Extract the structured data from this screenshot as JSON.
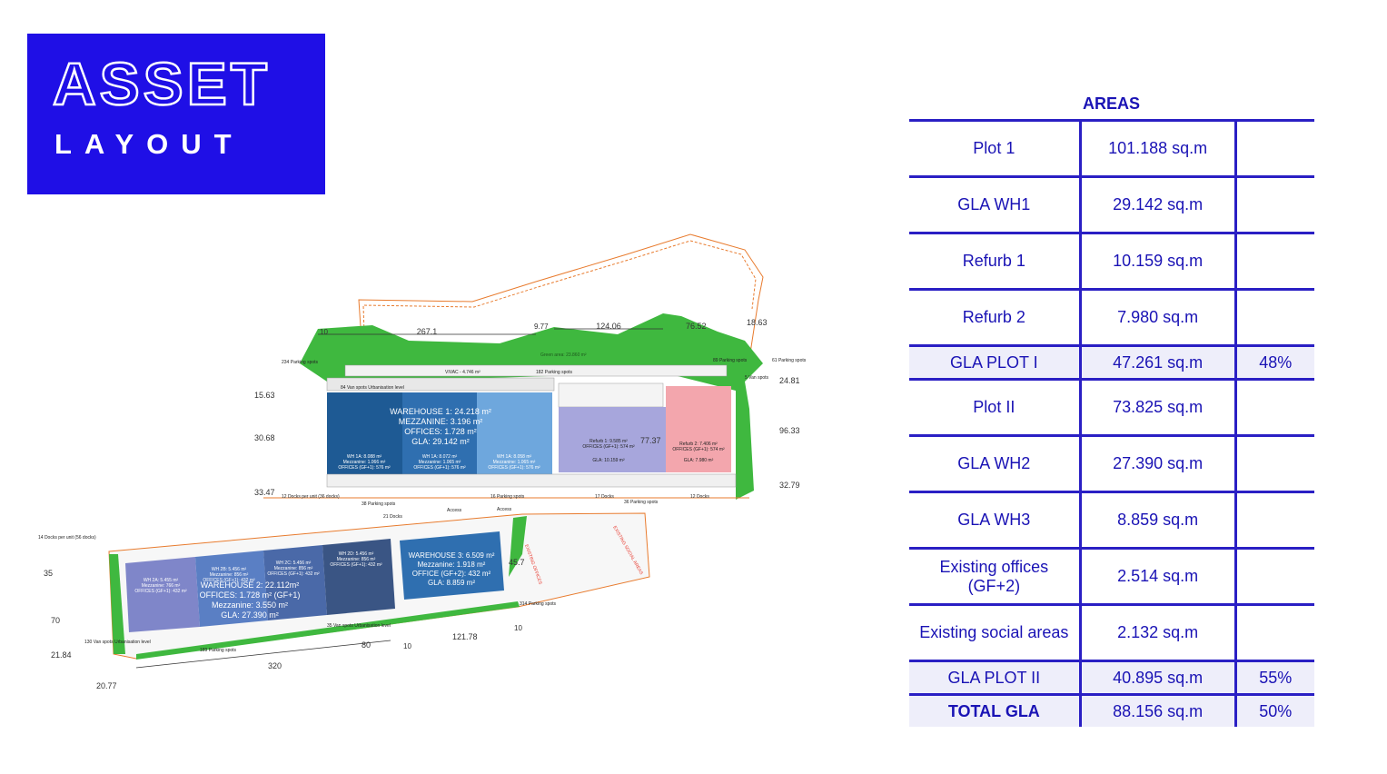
{
  "header": {
    "title": "ASSET",
    "subtitle": "LAYOUT"
  },
  "colors": {
    "brand": "#1f0fe6",
    "table_text": "#1a13b5",
    "wh1_dark": "#1e5a94",
    "wh1_light": "#6ea7dd",
    "refurb1": "#a7a6dc",
    "refurb2": "#f3a6ad",
    "green_area": "#3fb83f",
    "boundary": "#e87b2e"
  },
  "plan": {
    "dims": {
      "d267": "267.1",
      "d10a": "10",
      "d977": "9.77",
      "d124": "124.06",
      "d7652": "76.52",
      "d1863": "18.63",
      "d1563": "15.63",
      "d3068": "30.68",
      "d3347": "33.47",
      "d2481": "24.81",
      "d9633": "96.33",
      "d3279": "32.79",
      "d7737": "77.37",
      "d35": "35",
      "d70": "70",
      "d2184": "21.84",
      "d2077": "20.77",
      "d320": "320",
      "d80": "80",
      "d10b": "10",
      "d12178": "121.78",
      "d10c": "10",
      "d457": "45.7"
    },
    "labels": {
      "green_area": "Green area: 23.860 m²",
      "parking_234": "234 Parking spots",
      "vivac": "VIVAC - 4.746 m²",
      "parking_182": "182 Parking spots",
      "parking_89": "89 Parking spots",
      "parking_61": "61 Parking spots",
      "van_spots_84": "84 Van spots  Urbanisation level",
      "van_spots_5": "5 Van spots",
      "wh1_title": "WAREHOUSE 1:  24.218 m²",
      "wh1_mezz": "MEZZANINE: 3.196 m²",
      "wh1_off": "OFFICES: 1.728 m²",
      "wh1_gla": "GLA: 29.142 m²",
      "wh1a": "WH 1A: 8.088 m²",
      "wh1a_mezz": "Mezzanine: 1.066 m²",
      "wh1a_off": "OFFICES (GF+1): 576 m²",
      "wh1b": "WH 1A: 8.072 m²",
      "wh1b_mezz": "Mezzanine: 1.065 m²",
      "wh1b_off": "OFFICES (GF+1): 576 m²",
      "wh1c": "WH 1A: 8.058 m²",
      "wh1c_mezz": "Mezzanine: 1.065 m²",
      "wh1c_off": "OFFICES (GF+1): 576 m²",
      "refurb1": "Refurb 1: 9.585 m²",
      "refurb1_off": "OFFICES (GF+1): 574 m²",
      "refurb1_gla": "GLA: 10.159 m²",
      "refurb2": "Refurb 2: 7.406 m²",
      "refurb2_off": "OFFICES (GF+1): 574 m²",
      "refurb2_gla": "GLA: 7.980 m²",
      "docks_12_unit": "12 Docks per unit (36 docks)",
      "parking_38": "38 Parking spots",
      "parking_16": "16 Parking spots",
      "docks_17": "17 Docks",
      "parking_36": "36 Parking spots",
      "docks_12": "12 Docks",
      "access_1": "Access",
      "access_2": "Access",
      "docks_21": "21 Docks",
      "docks_14_unit": "14 Docks per unit (56 docks)",
      "wh2a": "WH 2A: 5.455 m²",
      "wh2a_mezz": "Mezzanine: 766 m²",
      "wh2a_off": "OFFICES (GF+1): 432 m²",
      "wh2b": "WH 2B: 5.456 m²",
      "wh2b_mezz": "Mezzanine: 856 m²",
      "wh2b_off": "OFFICES (GF+1): 432 m²",
      "wh2c": "WH 2C: 5.456 m²",
      "wh2c_mezz": "Mezzanine: 856 m²",
      "wh2c_off": "OFFICES (GF+1): 432 m²",
      "wh2d": "WH 2D: 5.456 m²",
      "wh2d_mezz": "Mezzanine: 856 m²",
      "wh2d_off": "OFFICES (GF+1): 432 m²",
      "wh2_title": "WAREHOUSE 2:  22.112m²",
      "wh2_off": "OFFICES: 1.728 m² (GF+1)",
      "wh2_mezz": "Mezzanine: 3.550 m²",
      "wh2_gla": "GLA: 27.390 m²",
      "wh3_title": "WAREHOUSE 3:  6.509 m²",
      "wh3_mezz": "Mezzanine: 1.918 m²",
      "wh3_off": "OFFICE (GF+2): 432 m²",
      "wh3_gla": "GLA: 8.859 m²",
      "existing_offices": "EXISTING OFFICES",
      "existing_social": "EXISTING SOCIAL AREAS",
      "parking_314": "314 Parking spots",
      "van_spots_130": "130 Van spots  Urbanisation level",
      "parking_189": "189 Parking spots",
      "van_spots_35": "35 Van spots  Urbanisation level"
    }
  },
  "areas": {
    "title": "AREAS",
    "rows": [
      {
        "name": "Plot 1",
        "value": "101.188 sq.m",
        "pct": ""
      },
      {
        "name": "GLA WH1",
        "value": "29.142 sq.m",
        "pct": ""
      },
      {
        "name": "Refurb 1",
        "value": "10.159 sq.m",
        "pct": ""
      },
      {
        "name": "Refurb 2",
        "value": "7.980 sq.m",
        "pct": ""
      },
      {
        "name": "GLA PLOT I",
        "value": "47.261 sq.m",
        "pct": "48%"
      },
      {
        "name": "Plot II",
        "value": "73.825 sq.m",
        "pct": ""
      },
      {
        "name": "GLA WH2",
        "value": "27.390 sq.m",
        "pct": ""
      },
      {
        "name": "GLA WH3",
        "value": "8.859 sq.m",
        "pct": ""
      },
      {
        "name": "Existing offices (GF+2)",
        "value": "2.514 sq.m",
        "pct": ""
      },
      {
        "name": "Existing social areas",
        "value": "2.132 sq.m",
        "pct": ""
      },
      {
        "name": "GLA PLOT II",
        "value": "40.895 sq.m",
        "pct": "55%"
      },
      {
        "name": "TOTAL GLA",
        "value": "88.156 sq.m",
        "pct": "50%"
      }
    ]
  }
}
